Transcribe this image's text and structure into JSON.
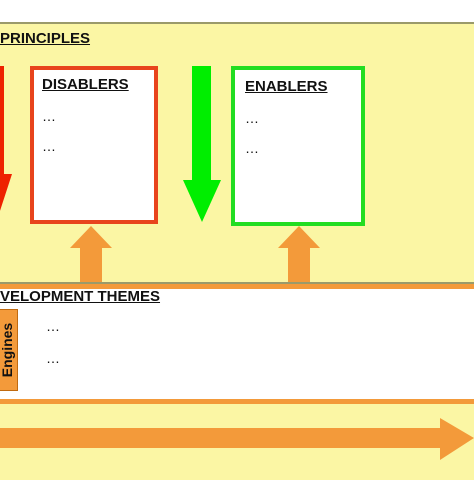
{
  "principles": {
    "title": "PRINCIPLES"
  },
  "disablers": {
    "title": "DISABLERS",
    "items": [
      "…",
      "…"
    ]
  },
  "enablers": {
    "title": "ENABLERS",
    "items": [
      "…",
      "…"
    ]
  },
  "themes": {
    "title": "VELOPMENT THEMES",
    "items": [
      "…",
      "…"
    ]
  },
  "engines": {
    "label": "Engines"
  },
  "colors": {
    "panel_fill": "#fbf6a4",
    "orange": "#f39a3a",
    "red": "#ee2200",
    "green": "#00ee00",
    "disablers_border": "#e8441c",
    "enablers_border": "#22dd22"
  }
}
